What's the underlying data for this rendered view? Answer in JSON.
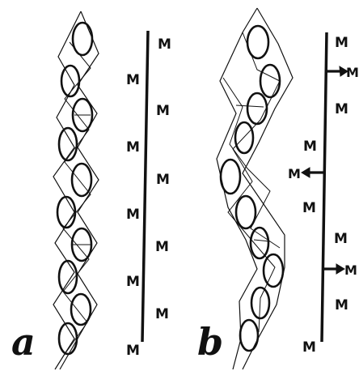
{
  "figure": {
    "panel_a": {
      "letter": "a",
      "markers_left": [
        "M",
        "M",
        "M",
        "M",
        "M"
      ],
      "markers_right": [
        "M",
        "M",
        "M",
        "M",
        "M"
      ]
    },
    "panel_b": {
      "letter": "b",
      "markers": [
        "M",
        "M",
        "M",
        "M",
        "M",
        "M",
        "M",
        "M",
        "M",
        "M"
      ],
      "shifted_markers": [
        "M",
        "M",
        "M"
      ]
    }
  }
}
